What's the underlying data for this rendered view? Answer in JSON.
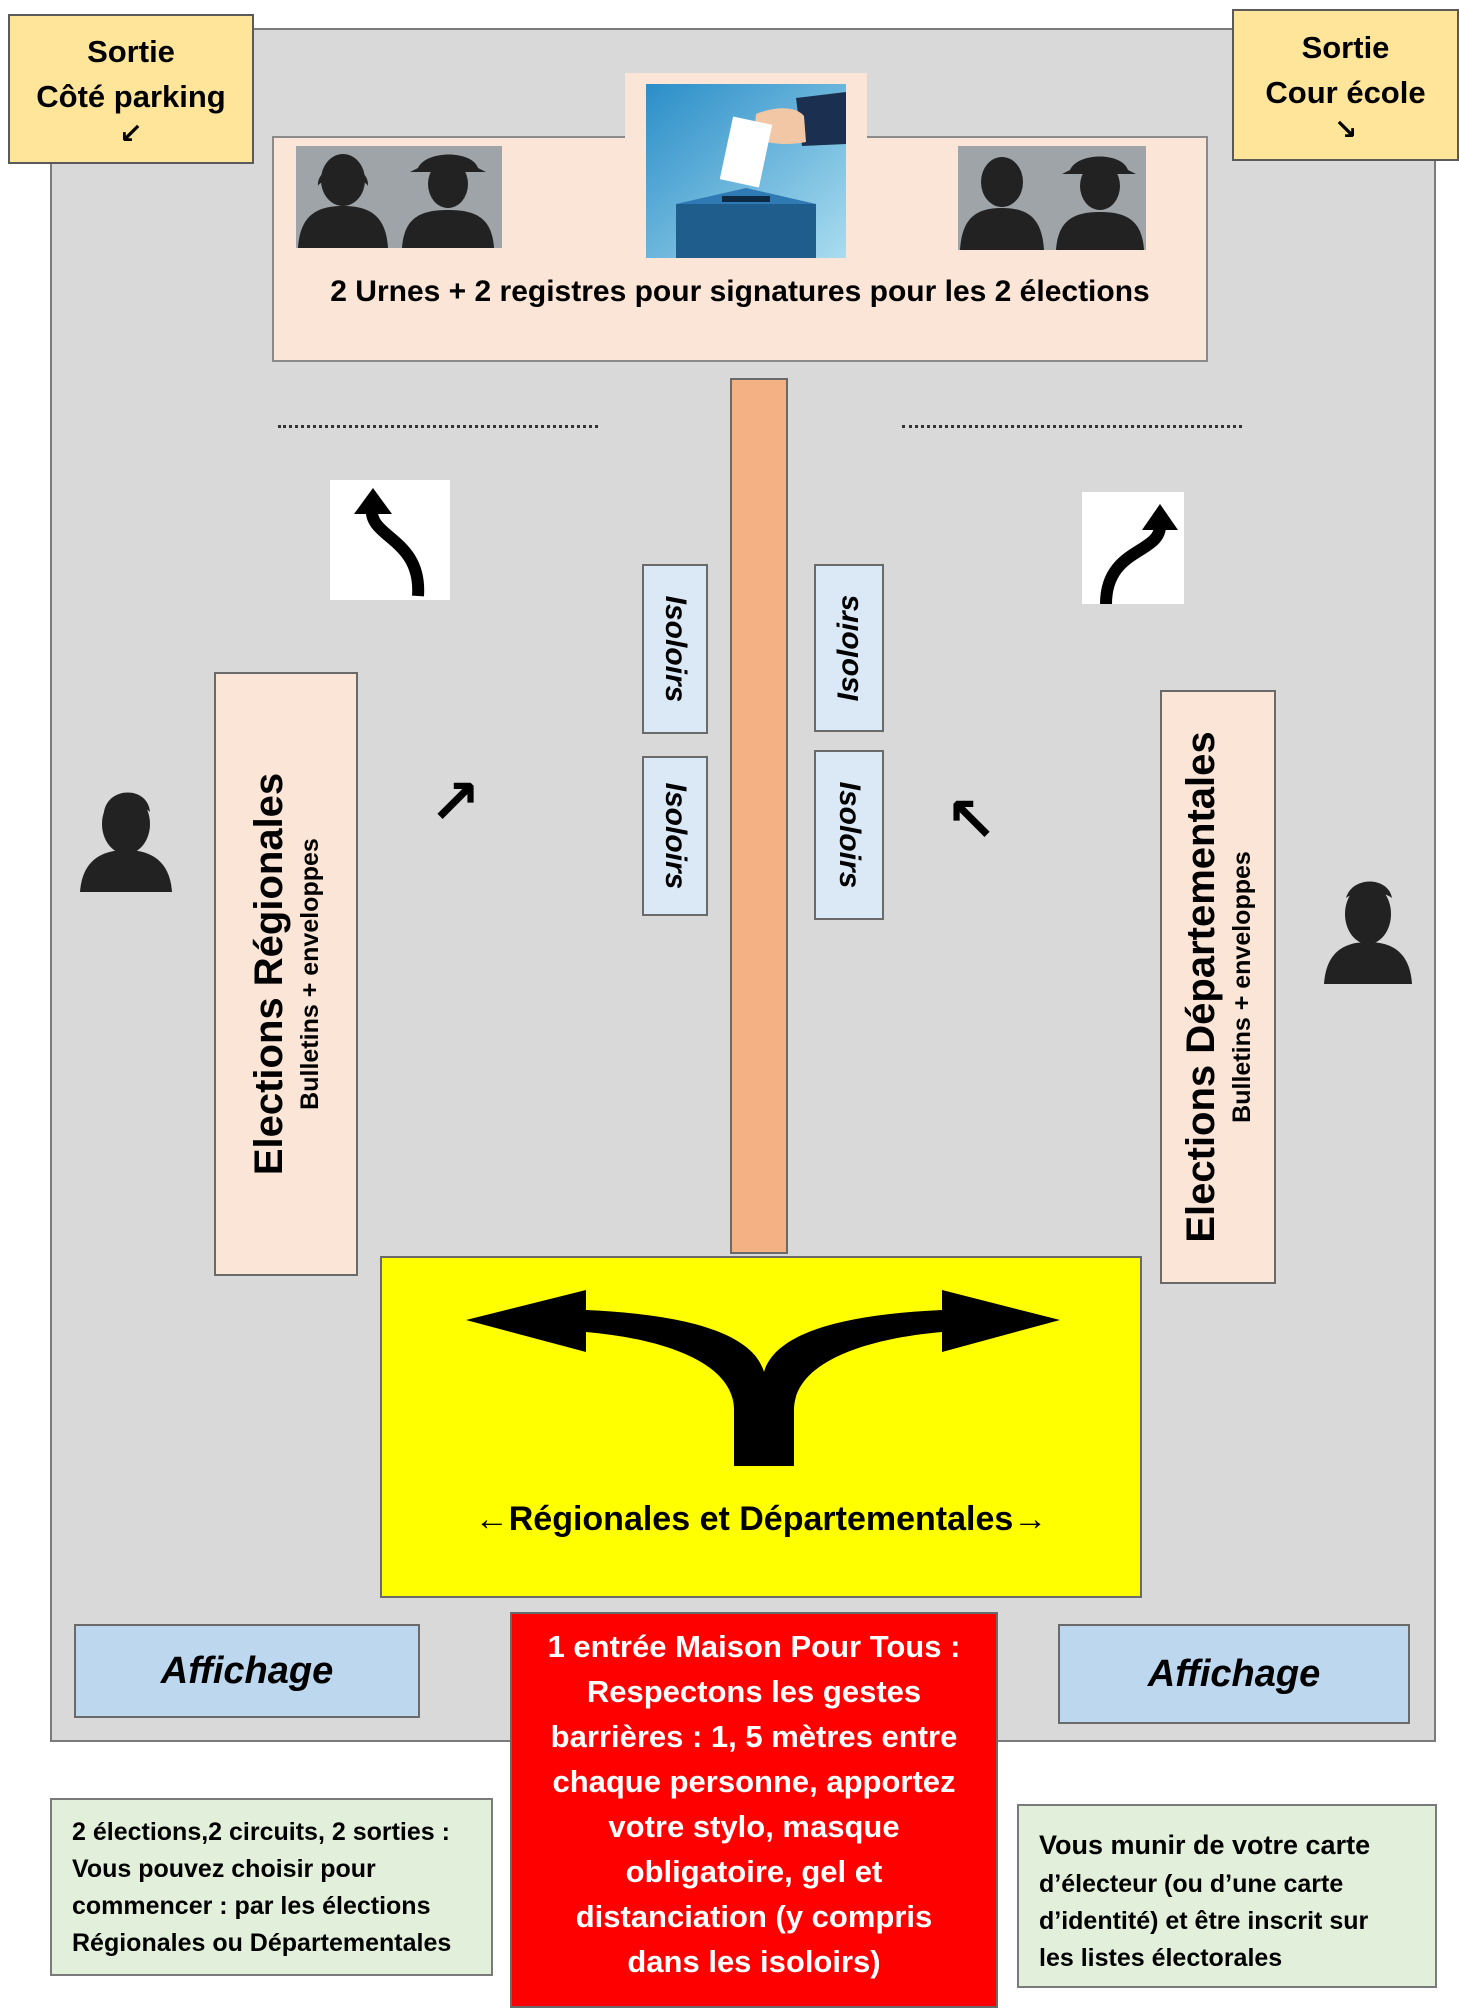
{
  "exits": {
    "left": {
      "line1": "Sortie",
      "line2": "Côté parking",
      "arrow": "↙"
    },
    "right": {
      "line1": "Sortie",
      "line2": "Cour école",
      "arrow": "↘"
    }
  },
  "urns": {
    "text": "2 Urnes + 2 registres pour signatures pour les 2 élections"
  },
  "isoloirs": [
    "Isoloirs",
    "Isoloirs",
    "Isoloirs",
    "Isoloirs"
  ],
  "regionales": {
    "title": "Elections Régionales",
    "subtitle": "Bulletins + enveloppes"
  },
  "departementales": {
    "title": "Elections Départementales",
    "subtitle": "Bulletins + enveloppes"
  },
  "entrance": {
    "label": "←Régionales et Départementales→"
  },
  "affichage": {
    "left": "Affichage",
    "right": "Affichage"
  },
  "red_box": {
    "lines": [
      "1 entrée Maison Pour Tous :",
      "Respectons les gestes",
      "barrières : 1, 5 mètres entre",
      "chaque personne, apportez",
      "votre stylo, masque",
      "obligatoire, gel et",
      "distanciation (y compris",
      "dans les isoloirs)"
    ]
  },
  "note_left": {
    "lines": [
      "2 élections,2 circuits, 2 sorties :",
      "Vous pouvez choisir pour",
      "commencer : par les élections",
      "Régionales ou Départementales"
    ]
  },
  "note_right": {
    "lines": [
      "Vous munir de votre carte",
      "d’électeur (ou d’une carte",
      "d’identité) et être inscrit sur",
      "les listes électorales"
    ]
  },
  "small_arrows": {
    "left": "↗",
    "right": "↖"
  },
  "colors": {
    "room": "#d9d9d9",
    "peach": "#fbe5d6",
    "divider": "#f4b183",
    "isoloir": "#dbe9f6",
    "entrance": "#ffff00",
    "affichage": "#bdd7ee",
    "alert": "#ff0000",
    "note": "#e2efda",
    "exit": "#ffe599"
  },
  "icons": [
    "person-silhouette-icon",
    "ballot-box-icon",
    "turn-arrow-icon",
    "fork-arrow-icon"
  ]
}
